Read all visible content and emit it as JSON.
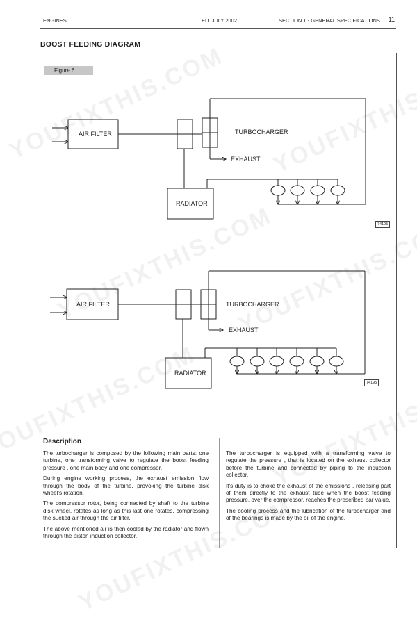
{
  "header": {
    "left": "ENGINES",
    "center": "ED. JULY 2002",
    "right": "SECTION 1 - GENERAL SPECIFICATIONS",
    "page": "11"
  },
  "title": "BOOST FEEDING DIAGRAM",
  "figure_label": "Figure 6",
  "diagram1": {
    "air_filter": "AIR FILTER",
    "turbocharger": "TURBOCHARGER",
    "exhaust": "EXHAUST",
    "radiator": "RADIATOR",
    "code": "74195"
  },
  "diagram2": {
    "air_filter": "AIR FILTER",
    "turbocharger": "TURBOCHARGER",
    "exhaust": "EXHAUST",
    "radiator": "RADIATOR",
    "code": "74195"
  },
  "description": {
    "title": "Description",
    "left": [
      "The turbocharger is composed by the following main parts: one turbine, one transforming valve to regulate the boost feeding pressure , one main body and one compressor.",
      "During engine working process, the exhaust emission flow through the body of the turbine, provoking the turbine disk wheel's rotation.",
      "The compressor rotor, being connected by shaft to the turbine disk wheel, rotates as long as this last one rotates, compressing the sucked air through the air filter.",
      "The above mentioned air is then cooled by the radiator and flown through the piston induction collector."
    ],
    "right": [
      "The turbocharger is equipped with a transforming valve to regulate the pressure , that is located on the exhaust collector before the turbine and connected by piping to the induction collector.",
      "It's duty is to choke the exhaust of the emissions , releasing part of them directly to the exhaust tube when the boost feeding pressure, over the compressor, reaches the prescribed bar value.",
      "The cooling process and the lubrication of the turbocharger and of the bearings is made by the oil of the engine."
    ]
  },
  "watermark": "YOUFIXTHIS.COM"
}
